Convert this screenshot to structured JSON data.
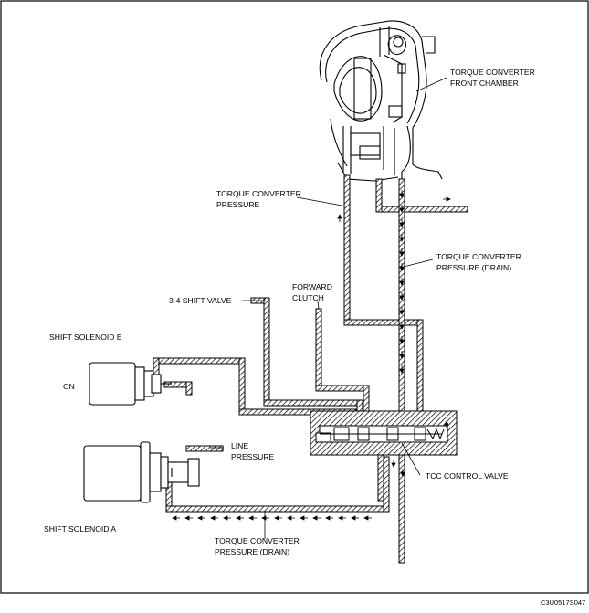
{
  "labels": {
    "torque_converter_front_chamber": [
      "TORQUE CONVERTER",
      "FRONT CHAMBER"
    ],
    "torque_converter_pressure": [
      "TORQUE CONVERTER",
      "PRESSURE"
    ],
    "torque_converter_pressure_drain_upper": [
      "TORQUE CONVERTER",
      "PRESSURE (DRAIN)"
    ],
    "forward_clutch": [
      "FORWARD",
      "CLUTCH"
    ],
    "shift_valve_3_4": "3-4 SHIFT VALVE",
    "shift_solenoid_e": "SHIFT SOLENOID E",
    "solenoid_e_state": "ON",
    "line_pressure": [
      "LINE",
      "PRESSURE"
    ],
    "tcc_control_valve": "TCC CONTROL VALVE",
    "shift_solenoid_a": "SHIFT SOLENOID A",
    "torque_converter_pressure_drain_lower": [
      "TORQUE CONVERTER",
      "PRESSURE (DRAIN)"
    ]
  },
  "figure_code": "C3U0517S047",
  "colors": {
    "line": "#000000",
    "hatch": "#000000",
    "background": "#ffffff",
    "solenoid_body": "#ffffff"
  }
}
